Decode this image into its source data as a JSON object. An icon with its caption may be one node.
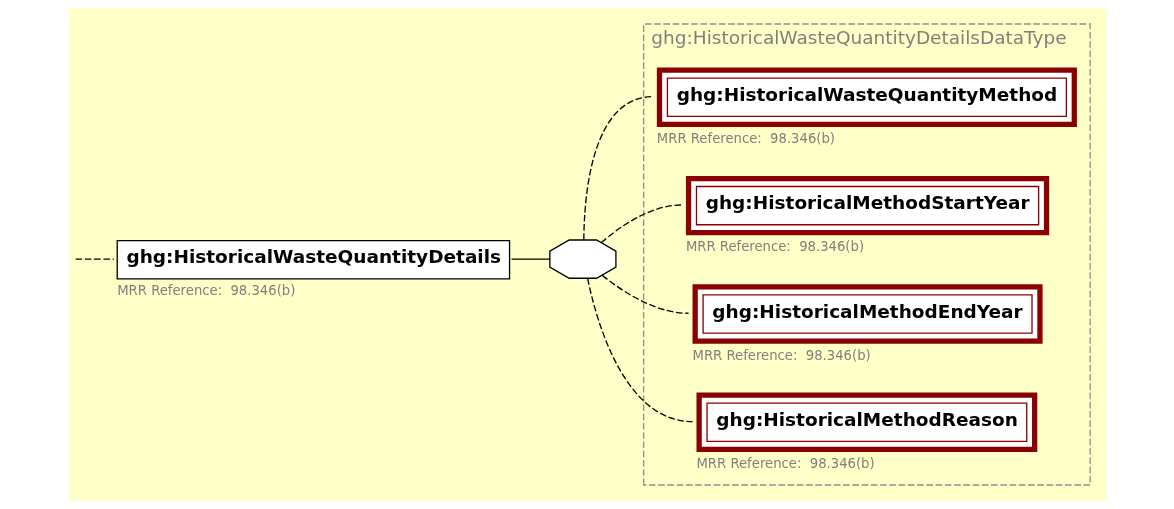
{
  "diagram": {
    "nodes": [
      {
        "text": [
          "ghg:HistoricalWasteQuantityDetails"
        ],
        "beside": [
          "MRR Reference:  98.346(b)"
        ]
      },
      {
        "text": [
          "ghg:HistoricalWasteQuantityDetailsDataType"
        ]
      },
      {
        "text": [],
        "shape": "octagon"
      },
      {
        "text": [
          "ghg:HistoricalWasteQuantityMethod"
        ],
        "beside": [
          "MRR Reference:  98.346(b)"
        ],
        "in": 1
      },
      {
        "text": [
          "ghg:HistoricalMethodStartYear"
        ],
        "beside": [
          "MRR Reference:  98.346(b)"
        ],
        "in": 1
      },
      {
        "text": [
          "ghg:HistoricalMethodEndYear"
        ],
        "beside": [
          "MRR Reference:  98.346(b)"
        ],
        "in": 1
      },
      {
        "text": [
          "ghg:HistoricalMethodReason"
        ],
        "beside": [
          "MRR Reference:  98.346(b)"
        ],
        "in": 1
      }
    ],
    "edges": [
      {
        "from": null,
        "to": 0,
        "arrow": "none",
        "style": "dashed"
      },
      {
        "from": 0,
        "to": 2,
        "arrow": "none"
      },
      {
        "from": 2,
        "to": 3,
        "arrow": "none",
        "style": "dashed"
      },
      {
        "from": 2,
        "to": 4,
        "arrow": "none",
        "style": "dashed"
      },
      {
        "from": 2,
        "to": 5,
        "arrow": "none",
        "style": "dashed"
      },
      {
        "from": 2,
        "to": 6,
        "arrow": "none",
        "style": "dashed"
      }
    ]
  }
}
